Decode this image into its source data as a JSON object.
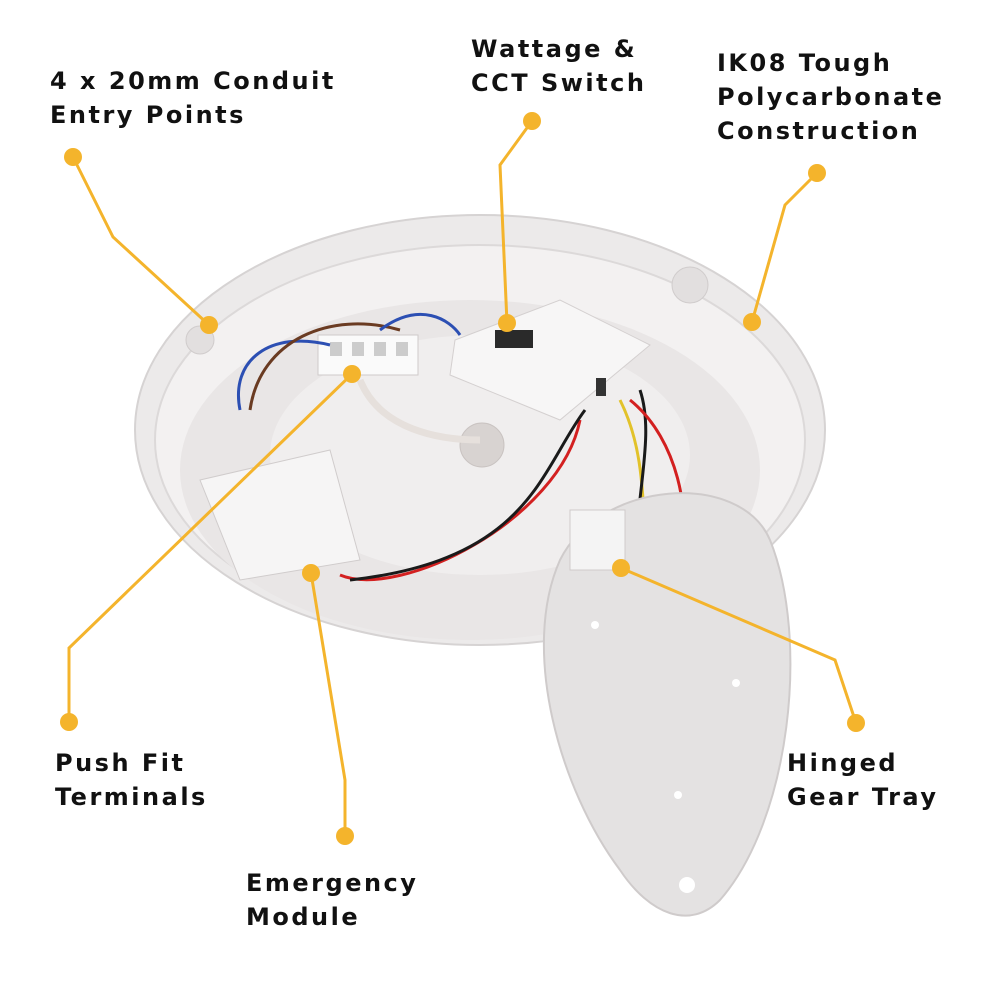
{
  "accent_color": "#F4B42C",
  "callouts": [
    {
      "id": "conduit",
      "lines": [
        "4 x 20mm Conduit",
        "Entry Points"
      ]
    },
    {
      "id": "switch",
      "lines": [
        "Wattage &",
        "CCT Switch"
      ]
    },
    {
      "id": "construction",
      "lines": [
        "IK08 Tough",
        "Polycarbonate",
        "Construction"
      ]
    },
    {
      "id": "terminals",
      "lines": [
        "Push Fit",
        "Terminals"
      ]
    },
    {
      "id": "emergency",
      "lines": [
        "Emergency",
        "Module"
      ]
    },
    {
      "id": "gear-tray",
      "lines": [
        "Hinged",
        "Gear Tray"
      ]
    }
  ]
}
